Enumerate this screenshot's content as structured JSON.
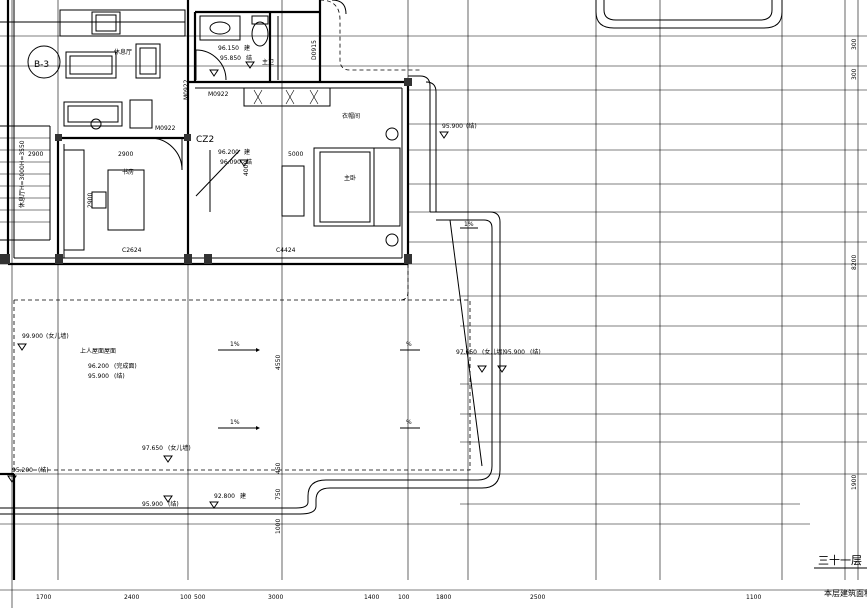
{
  "unit_tag": "B-3",
  "stamp": "CZ2",
  "rooms": {
    "living_room": "休息厅",
    "study": "书房",
    "closet": "衣帽间",
    "master_bedroom": "主卧",
    "bath": "主卫",
    "roof_terrace": "上人屋面屋面"
  },
  "doors": {
    "d1": "M0922",
    "d2": "M0922",
    "d3": "M0922",
    "d4": "D0915"
  },
  "windows": {
    "w1": "C2624",
    "w2": "C4424"
  },
  "elevations": {
    "e1": "96.150",
    "e1s": "建",
    "e2": "95.850",
    "e2s": "结",
    "e3": "96.200",
    "e3s": "建",
    "e4": "96.090",
    "e4s": "结",
    "e5": "95.900",
    "e5s": "(结)",
    "e6": "99.900",
    "e6s": "(女儿墙)",
    "e7": "96.200",
    "e7s": "(完成面)",
    "e8": "95.900",
    "e8s": "(结)",
    "e9": "97.650",
    "e9s": "(女儿墙)",
    "e10": "95.900",
    "e10s": "(结)",
    "e11": "97.650",
    "e11s": "(女儿墙)",
    "e12": "95.200",
    "e12s": "(结)",
    "e13": "95.900",
    "e13s": "(结)",
    "e14": "92.800",
    "e14s": "建"
  },
  "slopes": {
    "s1": "1%",
    "s2": "1%",
    "s3": "%",
    "s4": "%",
    "s5": "1%"
  },
  "room_dims": {
    "r1": "2900",
    "r2": "2900",
    "r3": "2900",
    "r4": "5000",
    "r5": "4000",
    "r6": "4550",
    "r7": "450",
    "r8": "750",
    "r9": "1000"
  },
  "side_label": "休息厅H=3000H=3550",
  "bottom_dims": [
    "1700",
    "2400",
    "100",
    "500",
    "3000",
    "1400",
    "100",
    "1800",
    "2500",
    "1100"
  ],
  "right_dims": [
    "300",
    "300",
    "8200",
    "1900"
  ],
  "title": {
    "main": "三十一层",
    "sub": "本层建筑面积"
  }
}
